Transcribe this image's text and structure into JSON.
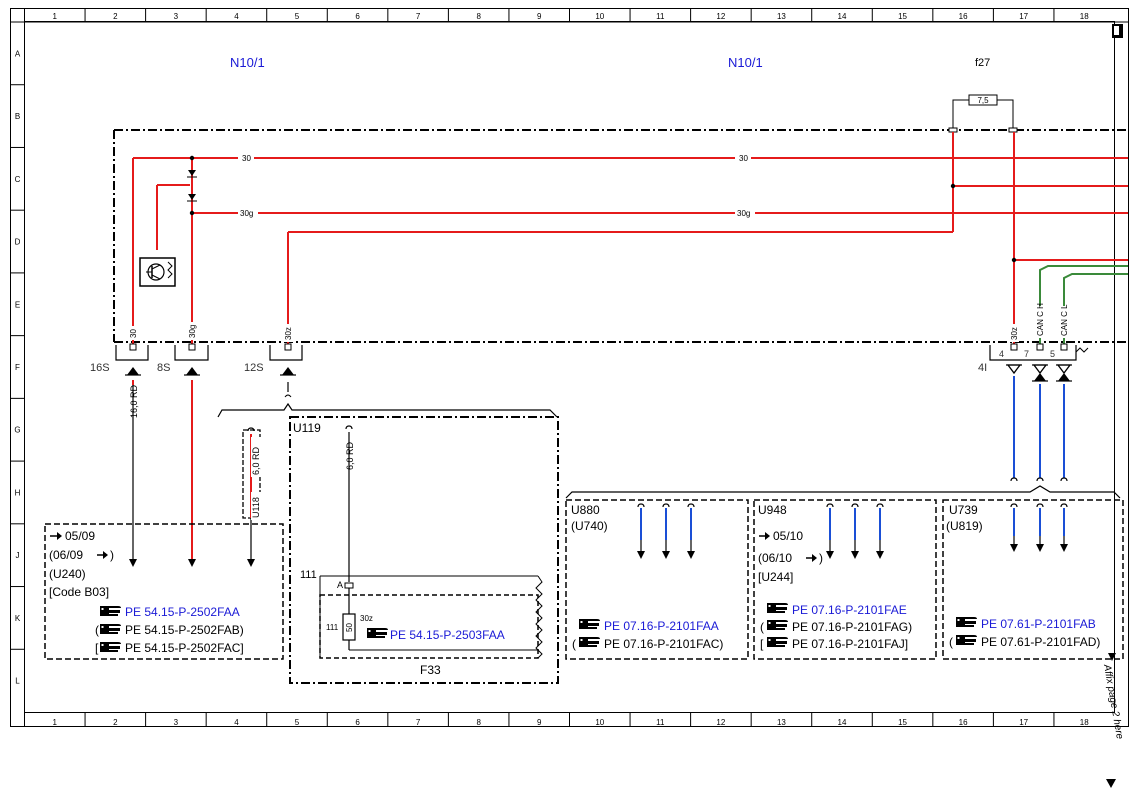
{
  "grid": {
    "columns": [
      "1",
      "2",
      "3",
      "4",
      "5",
      "6",
      "7",
      "8",
      "9",
      "10",
      "11",
      "12",
      "13",
      "14",
      "15",
      "16",
      "17",
      "18"
    ],
    "rows": [
      "A",
      "B",
      "C",
      "D",
      "E",
      "F",
      "G",
      "H",
      "J",
      "K",
      "L"
    ]
  },
  "headers": {
    "n10_left": "N10/1",
    "n10_right": "N10/1",
    "fuse": "f27",
    "fuse_value": "7,5"
  },
  "wires": {
    "w30_a": "30",
    "w30_b": "30",
    "w30g_a": "30g",
    "w30g_b": "30g",
    "pin_30": "30",
    "pin_30g": "30g",
    "pin_30z": "30z",
    "pin_30z_r": "30z",
    "can_h": "CAN C H",
    "can_l": "CAN C L"
  },
  "connectors": {
    "c16s": "16S",
    "c8s": "8S",
    "c12s": "12S",
    "c4i": "4I",
    "p4": "4",
    "p7": "7",
    "p5": "5",
    "wire_16": "16,0 RD",
    "wire_6a": "6,0 RD",
    "wire_6b": "6,0 RD",
    "u118": "U118"
  },
  "box_u240": {
    "l1": "05/09",
    "l2": "(06/09",
    "l3": "(U240)",
    "l4": "[Code B03]",
    "ref1": "PE 54.15-P-2502FAA",
    "ref2": "PE 54.15-P-2502FAB)",
    "ref3": "PE 54.15-P-2502FAC]",
    "pre2": "(",
    "pre3": "["
  },
  "box_u119": {
    "title": "U119",
    "n111": "111",
    "a": "A",
    "n111b": "111",
    "fuse": "50",
    "fuse_lbl": "30z",
    "ref": "PE 54.15-P-2503FAA",
    "f33": "F33"
  },
  "box_u880": {
    "l1": "U880",
    "l2": "(U740)",
    "ref1": "PE 07.16-P-2101FAA",
    "ref2": "PE 07.16-P-2101FAC)",
    "pre2": "("
  },
  "box_u948": {
    "l1": "U948",
    "l2": "05/10",
    "l3": "(06/10",
    "l4": "[U244]",
    "ref1": "PE 07.16-P-2101FAE",
    "ref2": "PE 07.16-P-2101FAG)",
    "ref3": "PE 07.16-P-2101FAJ]",
    "pre2": "(",
    "pre3": "["
  },
  "box_u739": {
    "l1": "U739",
    "l2": "(U819)",
    "ref1": "PE 07.61-P-2101FAB",
    "ref2": "PE 07.61-P-2101FAD)",
    "pre2": "("
  },
  "side_note": "Affix page 2 here",
  "colors": {
    "red": "#e51b1b",
    "blue": "#1a4fd6",
    "green": "#3a8a3a",
    "link": "#1a1ad6"
  },
  "icons": [
    "hand-pointer-icon",
    "arrow-right-icon",
    "transistor-icon",
    "fuse-icon",
    "clip-icon"
  ]
}
